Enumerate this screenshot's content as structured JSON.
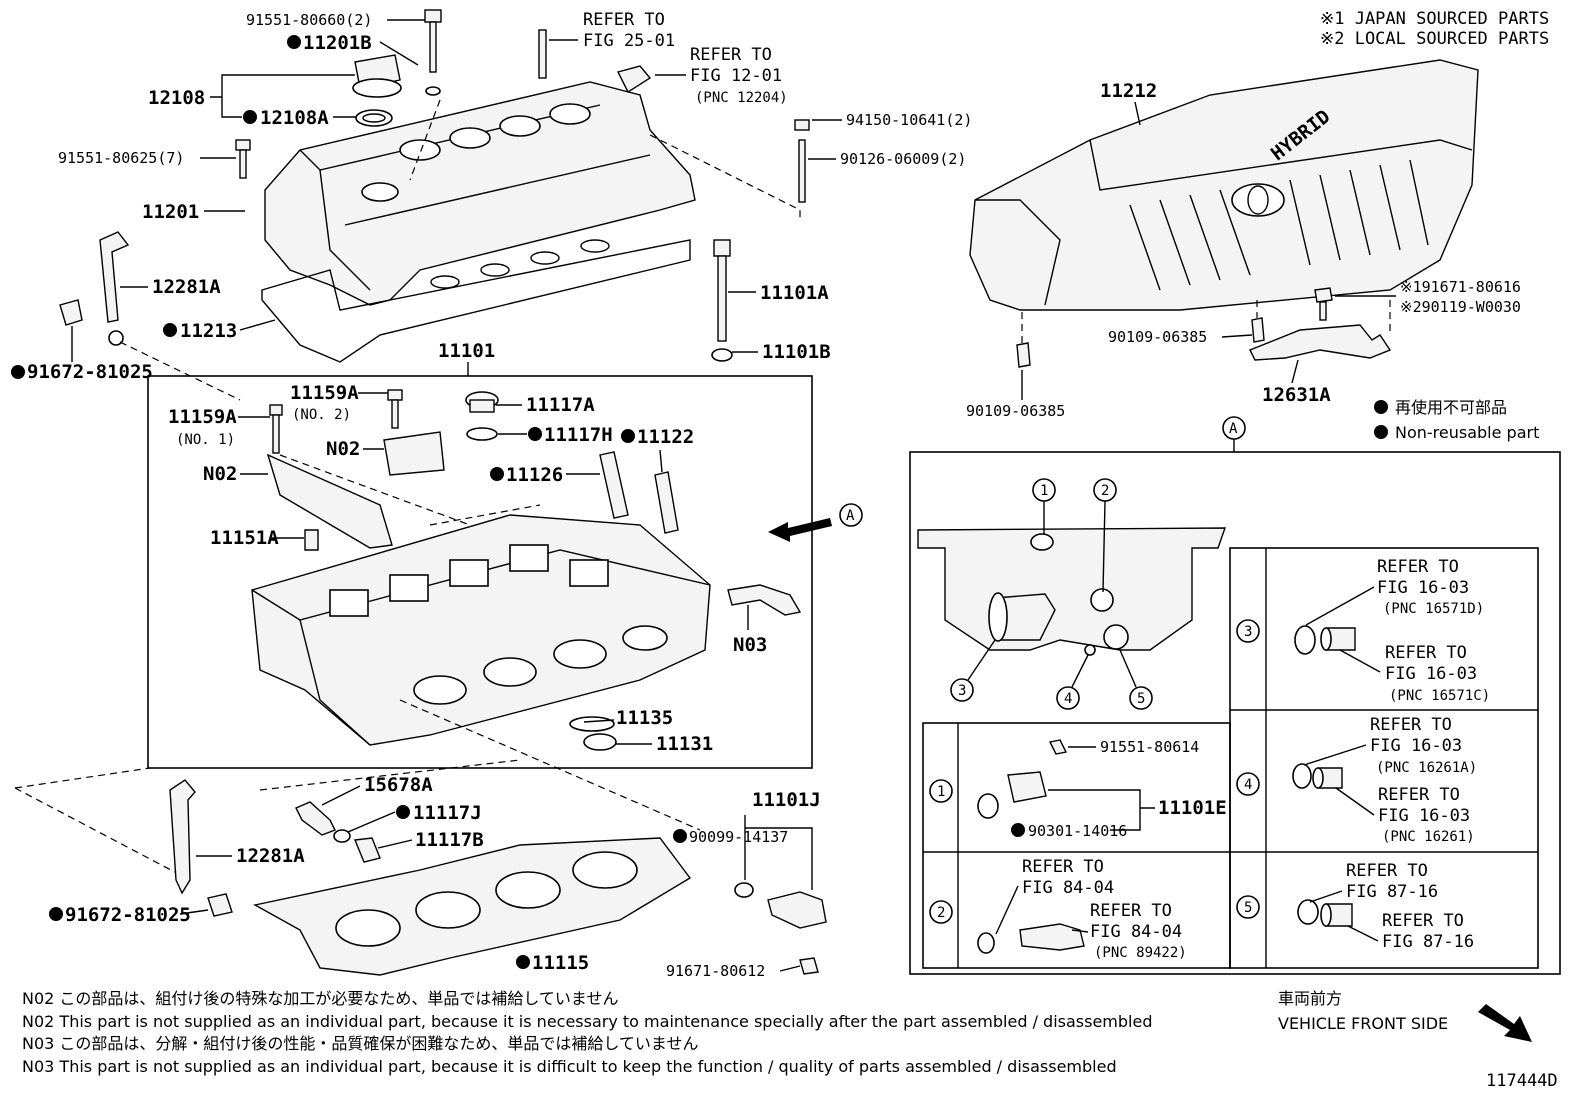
{
  "legend": {
    "sourced1": "※1 JAPAN SOURCED PARTS",
    "sourced2": "※2 LOCAL SOURCED PARTS",
    "nonreusable_jp": "再使用不可部品",
    "nonreusable_en": "Non-reusable part"
  },
  "parts": {
    "p91551_80660": "91551-80660(2)",
    "p11201B": "11201B",
    "p12108": "12108",
    "p12108A": "12108A",
    "p91551_80625": "91551-80625(7)",
    "p11201": "11201",
    "p12281A_top": "12281A",
    "p11213": "11213",
    "p91672_81025_top": "91672-81025",
    "p94150": "94150-10641(2)",
    "p90126": "90126-06009(2)",
    "p11101A": "11101A",
    "p11101B": "11101B",
    "p11101": "11101",
    "p11159A_no2": "11159A",
    "p11159A_no2_sub": "(NO. 2)",
    "p11159A_no1": "11159A",
    "p11159A_no1_sub": "(NO. 1)",
    "pN02_a": "N02",
    "pN02_b": "N02",
    "p11117A": "11117A",
    "p11117H": "11117H",
    "p11122": "11122",
    "p11126": "11126",
    "p11151A": "11151A",
    "pN03": "N03",
    "p11135": "11135",
    "p11131": "11131",
    "p15678A": "15678A",
    "p11117J": "11117J",
    "p11117B": "11117B",
    "p12281A_bot": "12281A",
    "p91672_81025_bot": "91672-81025",
    "p11115": "11115",
    "p11101J": "11101J",
    "p90099": "90099-14137",
    "p91671_80612": "91671-80612",
    "p11212": "11212",
    "p91671_80616": "※191671-80616",
    "p90119": "※290119-W0030",
    "p90109_a": "90109-06385",
    "p90109_b": "90109-06385",
    "p12631A": "12631A",
    "p91551_80614": "91551-80614",
    "p11101E": "11101E",
    "p90301": "90301-14016"
  },
  "refs": {
    "r25_1": "REFER TO",
    "r25_2": "FIG 25-01",
    "r12_1": "REFER TO",
    "r12_2": "FIG 12-01",
    "r12_3": "(PNC 12204)",
    "d1a": "REFER TO",
    "d1b": "FIG 16-03",
    "d1c": "(PNC 16571D)",
    "d1d": "REFER TO",
    "d1e": "FIG 16-03",
    "d1f": "(PNC 16571C)",
    "d2a": "REFER TO",
    "d2b": "FIG 16-03",
    "d2c": "(PNC 16261A)",
    "d2d": "REFER TO",
    "d2e": "FIG 16-03",
    "d2f": "(PNC 16261)",
    "d3a": "REFER TO",
    "d3b": "FIG 87-16",
    "d3c": "REFER TO",
    "d3d": "FIG 87-16",
    "c2a": "REFER TO",
    "c2b": "FIG 84-04",
    "c2c": "REFER TO",
    "c2d": "FIG 84-04",
    "c2e": "(PNC 89422)"
  },
  "callouts": {
    "a": "A",
    "n1": "1",
    "n2": "2",
    "n3": "3",
    "n4": "4",
    "n5": "5"
  },
  "notes": {
    "n02_jp": "N02  この部品は、組付け後の特殊な加工が必要なため、単品では補給していません",
    "n02_en": "N02  This part is not supplied as an individual part, because it is necessary to maintenance specially after the part assembled / disassembled",
    "n03_jp": "N03  この部品は、分解・組付け後の性能・品質確保が困難なため、単品では補給していません",
    "n03_en": "N03  This part is not supplied as an individual part, because it is difficult to keep the function / quality of parts  assembled / disassembled"
  },
  "front": {
    "jp": "車両前方",
    "en": "VEHICLE FRONT SIDE"
  },
  "illustration_id": "117444D",
  "cover_text": "HYBRID"
}
